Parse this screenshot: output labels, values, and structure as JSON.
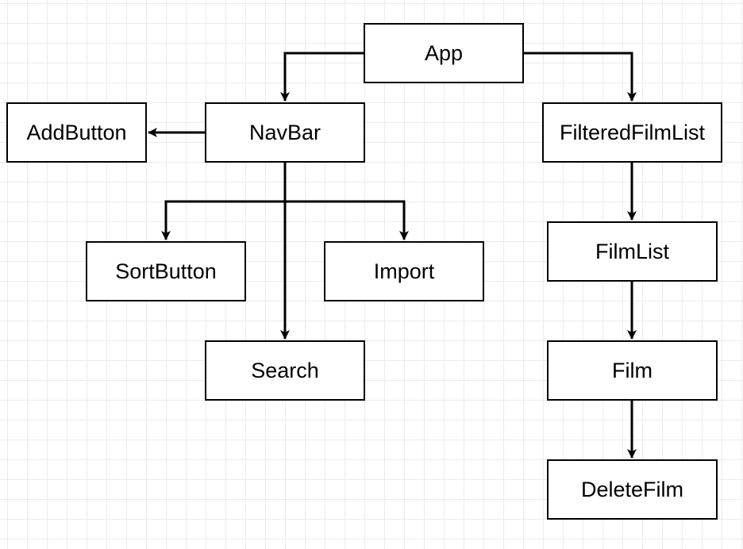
{
  "diagram": {
    "nodes": {
      "app": "App",
      "navbar": "NavBar",
      "addbutton": "AddButton",
      "sortbutton": "SortButton",
      "import": "Import",
      "search": "Search",
      "filtered_film_list": "FilteredFilmList",
      "film_list": "FilmList",
      "film": "Film",
      "delete_film": "DeleteFilm"
    },
    "edges": [
      {
        "from": "App",
        "to": "NavBar"
      },
      {
        "from": "App",
        "to": "FilteredFilmList"
      },
      {
        "from": "NavBar",
        "to": "AddButton"
      },
      {
        "from": "NavBar",
        "to": "SortButton"
      },
      {
        "from": "NavBar",
        "to": "Import"
      },
      {
        "from": "NavBar",
        "to": "Search"
      },
      {
        "from": "FilteredFilmList",
        "to": "FilmList"
      },
      {
        "from": "FilmList",
        "to": "Film"
      },
      {
        "from": "Film",
        "to": "DeleteFilm"
      }
    ],
    "colors": {
      "stroke": "#000000",
      "fill": "#ffffff",
      "grid": "#ececec"
    }
  }
}
